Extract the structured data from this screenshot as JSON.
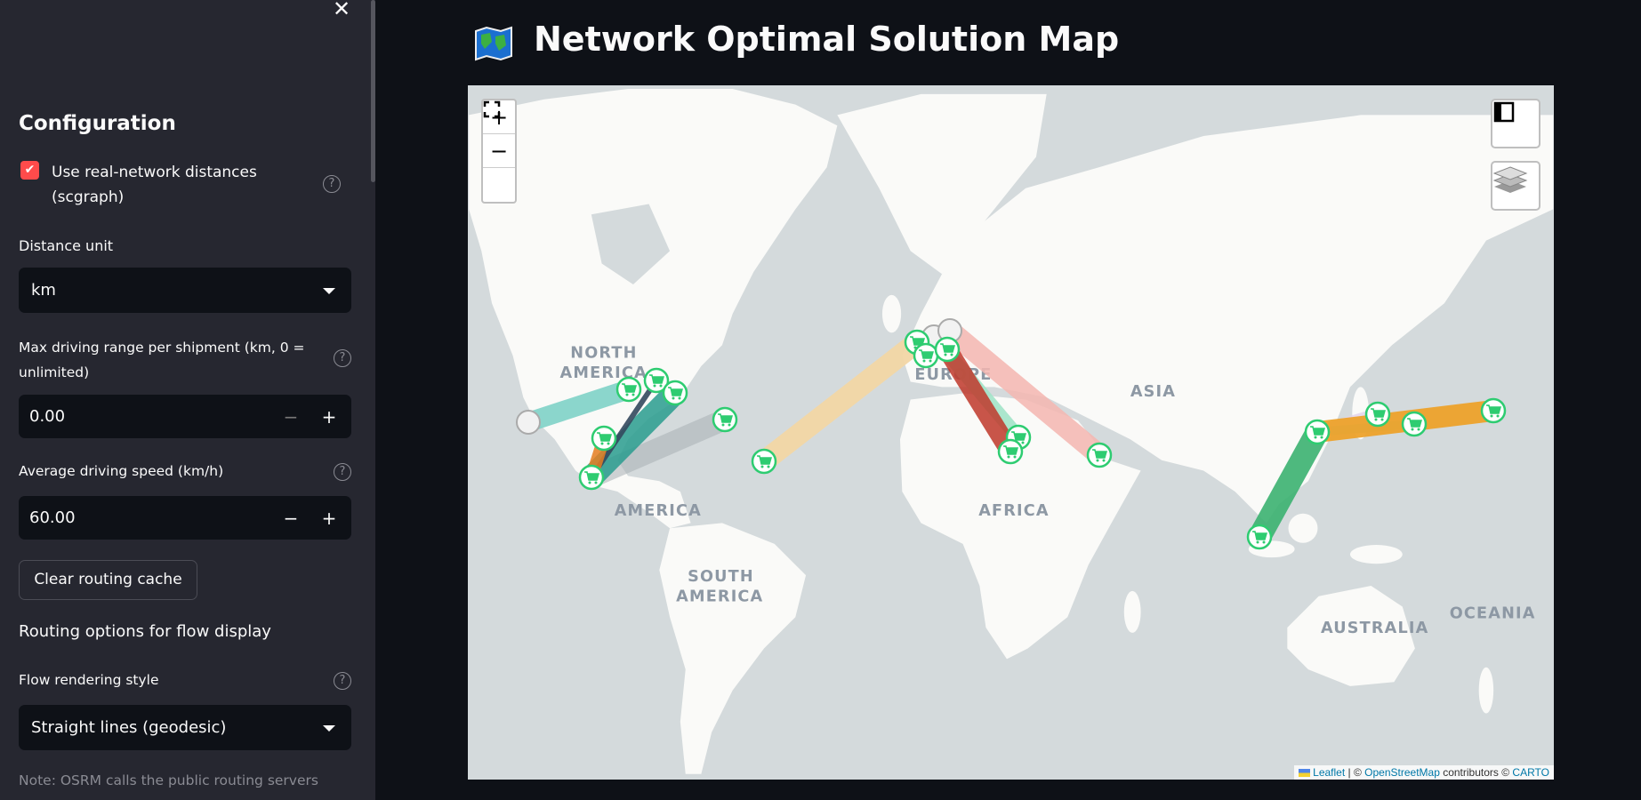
{
  "sidebar": {
    "close_icon": "close-icon",
    "heading": "Configuration",
    "use_real_network": {
      "label_line1": "Use real-network distances",
      "label_line2": "(scgraph)",
      "checked": true,
      "help": "?"
    },
    "distance_unit": {
      "label": "Distance unit",
      "value": "km"
    },
    "max_range": {
      "label_line1": "Max driving range per shipment (km, 0 =",
      "label_line2": "unlimited)",
      "value": "0.00",
      "help": "?"
    },
    "avg_speed": {
      "label": "Average driving speed (km/h)",
      "value": "60.00",
      "help": "?"
    },
    "clear_cache_label": "Clear routing cache",
    "routing_heading": "Routing options for flow display",
    "flow_style": {
      "label": "Flow rendering style",
      "value": "Straight lines (geodesic)",
      "help": "?"
    },
    "note": "Note: OSRM calls the public routing servers"
  },
  "main": {
    "title": "Network Optimal Solution Map",
    "title_icon": "world-map-icon"
  },
  "map": {
    "zoom_in": "+",
    "zoom_out": "−",
    "continents": [
      "NORTH",
      "AMERICA",
      "AMERICA",
      "SOUTH",
      "AMERICA",
      "EUROPE",
      "AFRICA",
      "ASIA",
      "AUSTRALIA",
      "OCEANIA"
    ],
    "attribution": {
      "leaflet": "Leaflet",
      "sep": " | © ",
      "osm": "OpenStreetMap",
      "contrib": " contributors © ",
      "carto": "CARTO"
    },
    "colors": {
      "ocean": "#d4dadc",
      "land": "#fafaf8",
      "marker": "#2ecc71",
      "depot": "#bfbfbf"
    }
  }
}
